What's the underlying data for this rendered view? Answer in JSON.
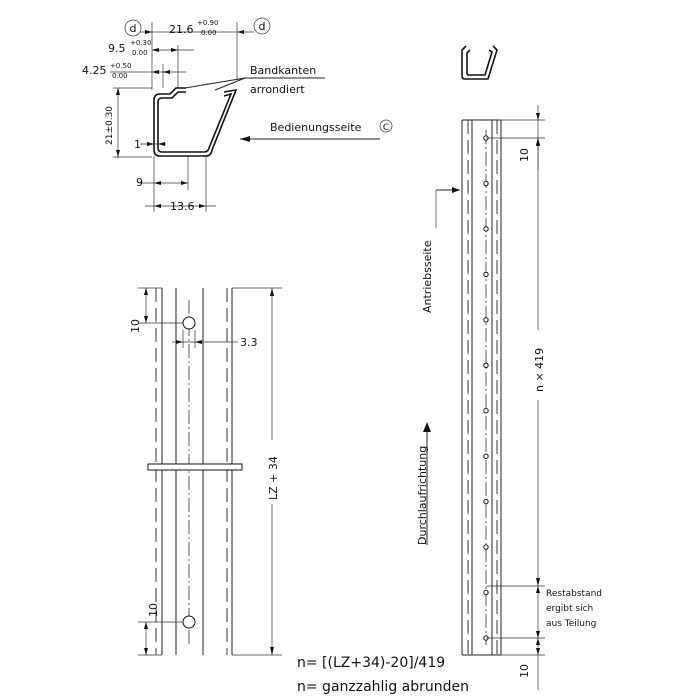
{
  "cross_section": {
    "datum_symbol": "d",
    "dim_top": "21.6",
    "dim_top_tol_upper": "+0.90",
    "dim_top_tol_lower": "0.00",
    "dim_9_5": "9.5",
    "dim_9_5_tol_upper": "+0.30",
    "dim_9_5_tol_lower": "0.00",
    "dim_4_25": "4.25",
    "dim_4_25_tol_upper": "+0.50",
    "dim_4_25_tol_lower": "0.00",
    "dim_height": "21±0.30",
    "dim_1": "1",
    "dim_9": "9",
    "dim_13_6": "13.6",
    "label_bandkanten_1": "Bandkanten",
    "label_bandkanten_2": "arrondiert",
    "label_bedienungsseite": "Bedienungsseite",
    "label_bedienungsseite_symbol": "C"
  },
  "detail_view": {
    "dim_10_top": "10",
    "dim_3_3": "3.3",
    "dim_lz": "LZ + 34",
    "dim_10_bottom": "10"
  },
  "long_view": {
    "label_antriebsseite": "Antriebsseite",
    "label_durchlaufrichtung": "Durchlaufrichtung",
    "dim_10_top": "10",
    "dim_pitch": "n × 419",
    "note_rest_1": "Restabstand",
    "note_rest_2": "ergibt sich",
    "note_rest_3": "aus Teilung",
    "dim_10_bottom": "10"
  },
  "formula": {
    "line1": "n= [(LZ+34)-20]/419",
    "line2": "n= ganzzahlig abrunden"
  }
}
